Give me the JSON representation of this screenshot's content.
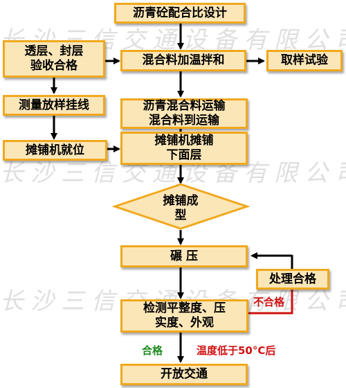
{
  "steps": {
    "design": "沥青砼配合比设计",
    "accept": "透层、封层\n验收合格",
    "mix": "混合料加温拌和",
    "sample": "取样试验",
    "survey": "测量放样挂线",
    "transport": "沥青混合料运输\n混合料到运输",
    "paver_position": "摊铺机就位",
    "paving": "摊铺机摊铺\n下面层",
    "formed": "摊铺成\n型",
    "compact": "碾    压",
    "treat": "处理合格",
    "inspect": "检测平整度、压\n实度、外观",
    "open": "开放交通"
  },
  "labels": {
    "pass": "合格",
    "fail": "不合格",
    "temp": "温度低于50°C后"
  },
  "watermark": "长沙三信交通设备有限公司",
  "colors": {
    "box_fill": "#fbe6b8",
    "box_border": "#f0a81d",
    "arrow": "#000000",
    "fail_line": "#d01010",
    "pass_text": "#1f8a1f",
    "fail_text": "#d01010"
  }
}
